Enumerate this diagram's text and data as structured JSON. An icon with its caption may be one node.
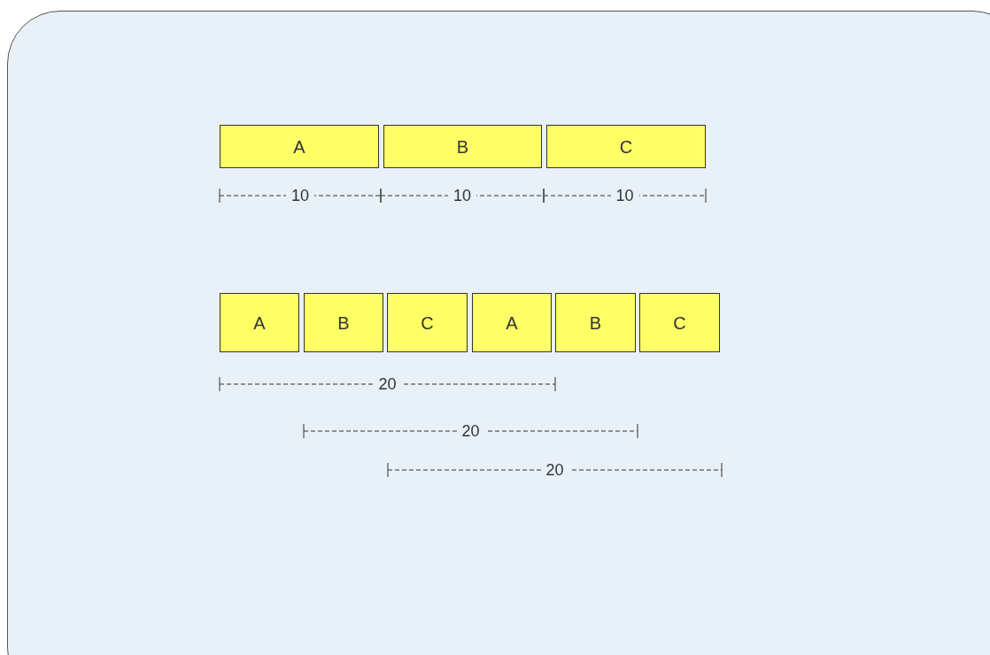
{
  "diagram": {
    "nodes": [
      {
        "text": [
          "A"
        ]
      },
      {
        "text": [
          "B"
        ]
      },
      {
        "text": [
          "C"
        ]
      },
      {
        "text": [
          "A"
        ]
      },
      {
        "text": [
          "B"
        ]
      },
      {
        "text": [
          "C"
        ]
      },
      {
        "text": [
          "A"
        ]
      },
      {
        "text": [
          "B"
        ]
      },
      {
        "text": [
          "C"
        ]
      }
    ],
    "labels": [
      "10",
      "10",
      "10",
      "20",
      "20",
      "20"
    ]
  }
}
